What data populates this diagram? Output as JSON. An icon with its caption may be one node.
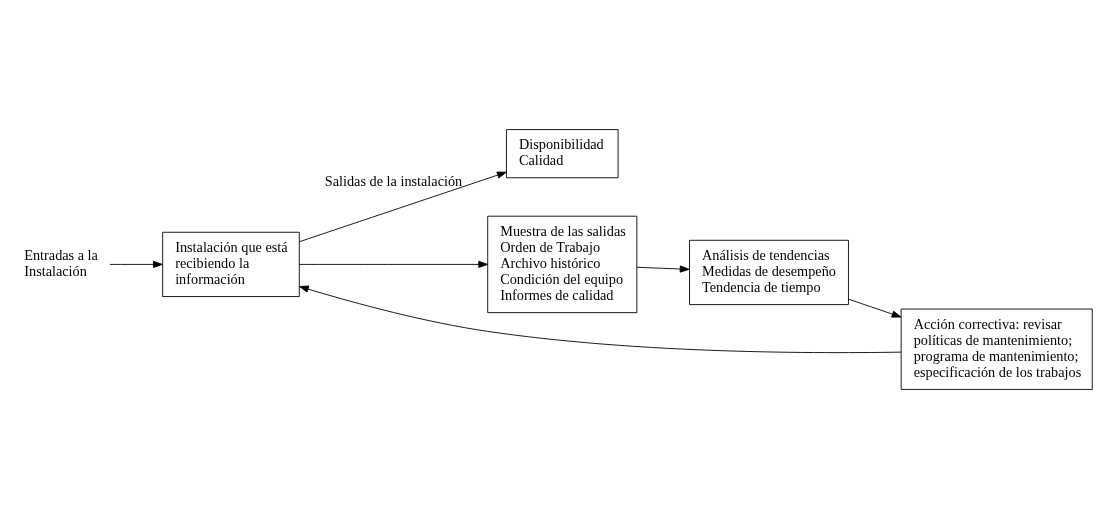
{
  "diagram": {
    "nodes": [
      {
        "text": [
          "Entradas a la Instalación"
        ]
      },
      {
        "text": [
          "Instalación que está recibiendo la información"
        ]
      },
      {
        "text": [
          "Disponibilidad",
          "Calidad"
        ]
      },
      {
        "text": [
          "Muestra de las salidas",
          "Orden de Trabajo",
          "Archivo histórico",
          "Condición del equipo",
          "Informes de calidad"
        ]
      },
      {
        "text": [
          "Análisis de tendencias",
          "Medidas de desempeño",
          "Tendencia de tiempo"
        ]
      },
      {
        "text": [
          "Acción correctiva: revisar políticas de mantenimiento; programa de mantenimiento; especificación de los trabajos"
        ]
      }
    ],
    "edges": [
      {
        "from": 0,
        "to": 1,
        "arrow": "to"
      },
      {
        "from": 1,
        "to": 2,
        "arrow": "to",
        "label": "Salidas de la instalación"
      },
      {
        "from": 1,
        "to": 3,
        "arrow": "to"
      },
      {
        "from": 3,
        "to": 4,
        "arrow": "to"
      },
      {
        "from": 4,
        "to": 5,
        "arrow": "to"
      },
      {
        "from": 5,
        "to": 1,
        "arrow": "to"
      }
    ]
  }
}
